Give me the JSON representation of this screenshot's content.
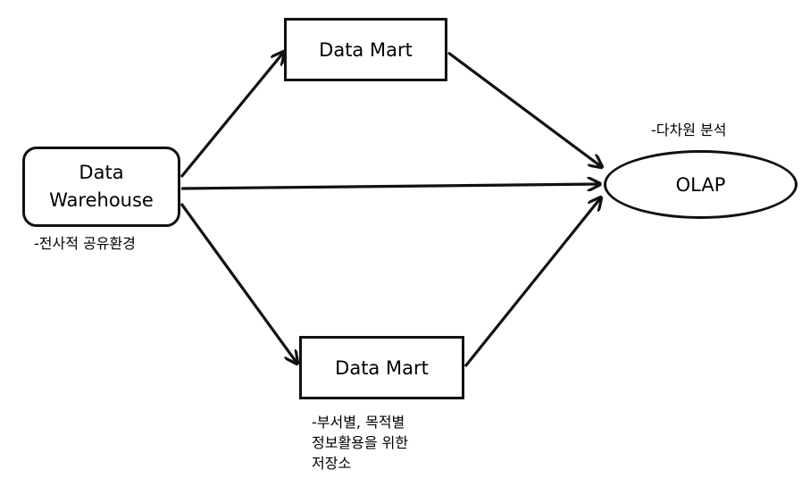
{
  "nodes": {
    "warehouse": {
      "line1": "Data",
      "line2": "Warehouse"
    },
    "mart_top": {
      "label": "Data Mart"
    },
    "mart_bottom": {
      "label": "Data Mart"
    },
    "olap": {
      "label": "OLAP"
    }
  },
  "notes": {
    "warehouse": "-전사적 공유환경",
    "olap": "-다차원 분석",
    "mart_bottom": [
      "-부서별, 목적별",
      "정보활용을 위한",
      "저장소"
    ]
  },
  "colors": {
    "stroke": "#111111",
    "background": "#ffffff"
  }
}
